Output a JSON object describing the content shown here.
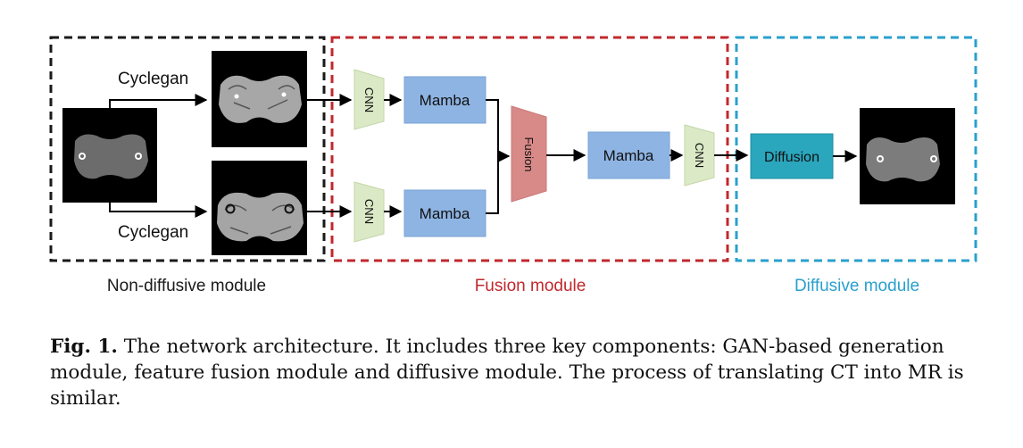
{
  "modules": {
    "non_diffusive": {
      "title": "Non-diffusive module",
      "color": "#1a1a1a"
    },
    "fusion": {
      "title": "Fusion module",
      "color": "#c0282c"
    },
    "diffusive": {
      "title": "Diffusive module",
      "color": "#2aa0cd"
    }
  },
  "edges": {
    "top_label": "Cyclegan",
    "bottom_label": "Cyclegan"
  },
  "blocks": {
    "cnn_top": "CNN",
    "cnn_bottom": "CNN",
    "cnn_right": "CNN",
    "mamba_top": "Mamba",
    "mamba_bottom": "Mamba",
    "mamba_right": "Mamba",
    "fusion": "Fusion",
    "diffusion": "Diffusion"
  },
  "colors": {
    "cnn": "#dbe9c6",
    "mamba": "#8eb4e3",
    "fusion": "#d88a88",
    "diffusion": "#2aa6bd"
  },
  "caption": {
    "label": "Fig. 1.",
    "text": " The network architecture. It includes three key components: GAN-based generation module, feature fusion module and diffusive module. The process of translating CT into MR is similar."
  }
}
